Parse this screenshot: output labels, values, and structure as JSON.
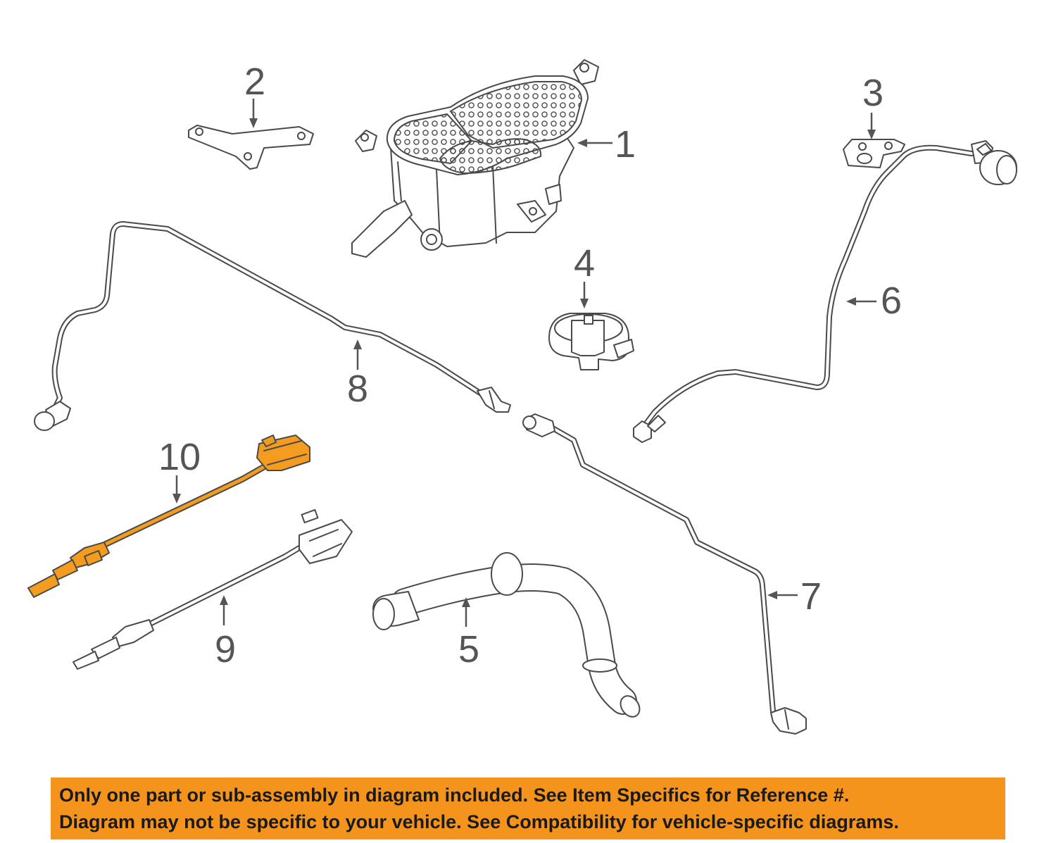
{
  "diagram": {
    "callouts": [
      {
        "id": "1",
        "label": "1",
        "part": "vapor canister"
      },
      {
        "id": "2",
        "label": "2",
        "part": "mounting bracket"
      },
      {
        "id": "3",
        "label": "3",
        "part": "small bracket"
      },
      {
        "id": "4",
        "label": "4",
        "part": "purge valve"
      },
      {
        "id": "5",
        "label": "5",
        "part": "hose"
      },
      {
        "id": "6",
        "label": "6",
        "part": "vapor line"
      },
      {
        "id": "7",
        "label": "7",
        "part": "vapor line"
      },
      {
        "id": "8",
        "label": "8",
        "part": "vapor line"
      },
      {
        "id": "9",
        "label": "9",
        "part": "oxygen sensor"
      },
      {
        "id": "10",
        "label": "10",
        "part": "oxygen sensor (highlighted)"
      }
    ],
    "highlighted_part": "10",
    "highlight_color": "#f39c1f"
  },
  "disclaimer": {
    "line1": "Only one part or sub-assembly in diagram included. See Item Specifics for Reference #.",
    "line2": "Diagram may not be specific to your vehicle. See Compatibility for vehicle-specific diagrams.",
    "background_color": "#f4941c"
  }
}
